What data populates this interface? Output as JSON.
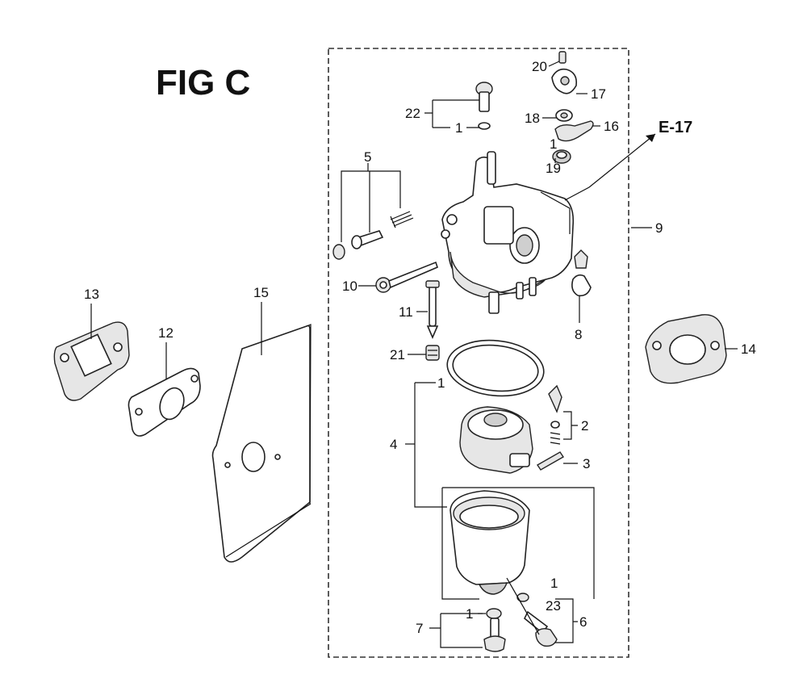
{
  "figure": {
    "title": "FIG C",
    "reference": "E-17"
  },
  "callouts": {
    "c1a": "1",
    "c1b": "1",
    "c1c": "1",
    "c1d": "1",
    "c1e": "1",
    "c2": "2",
    "c3": "3",
    "c4": "4",
    "c5": "5",
    "c6": "6",
    "c7": "7",
    "c8": "8",
    "c9": "9",
    "c10": "10",
    "c11": "11",
    "c12": "12",
    "c13": "13",
    "c14": "14",
    "c15": "15",
    "c16": "16",
    "c17": "17",
    "c18": "18",
    "c19": "19",
    "c20": "20",
    "c21": "21",
    "c22": "22",
    "c23": "23"
  }
}
